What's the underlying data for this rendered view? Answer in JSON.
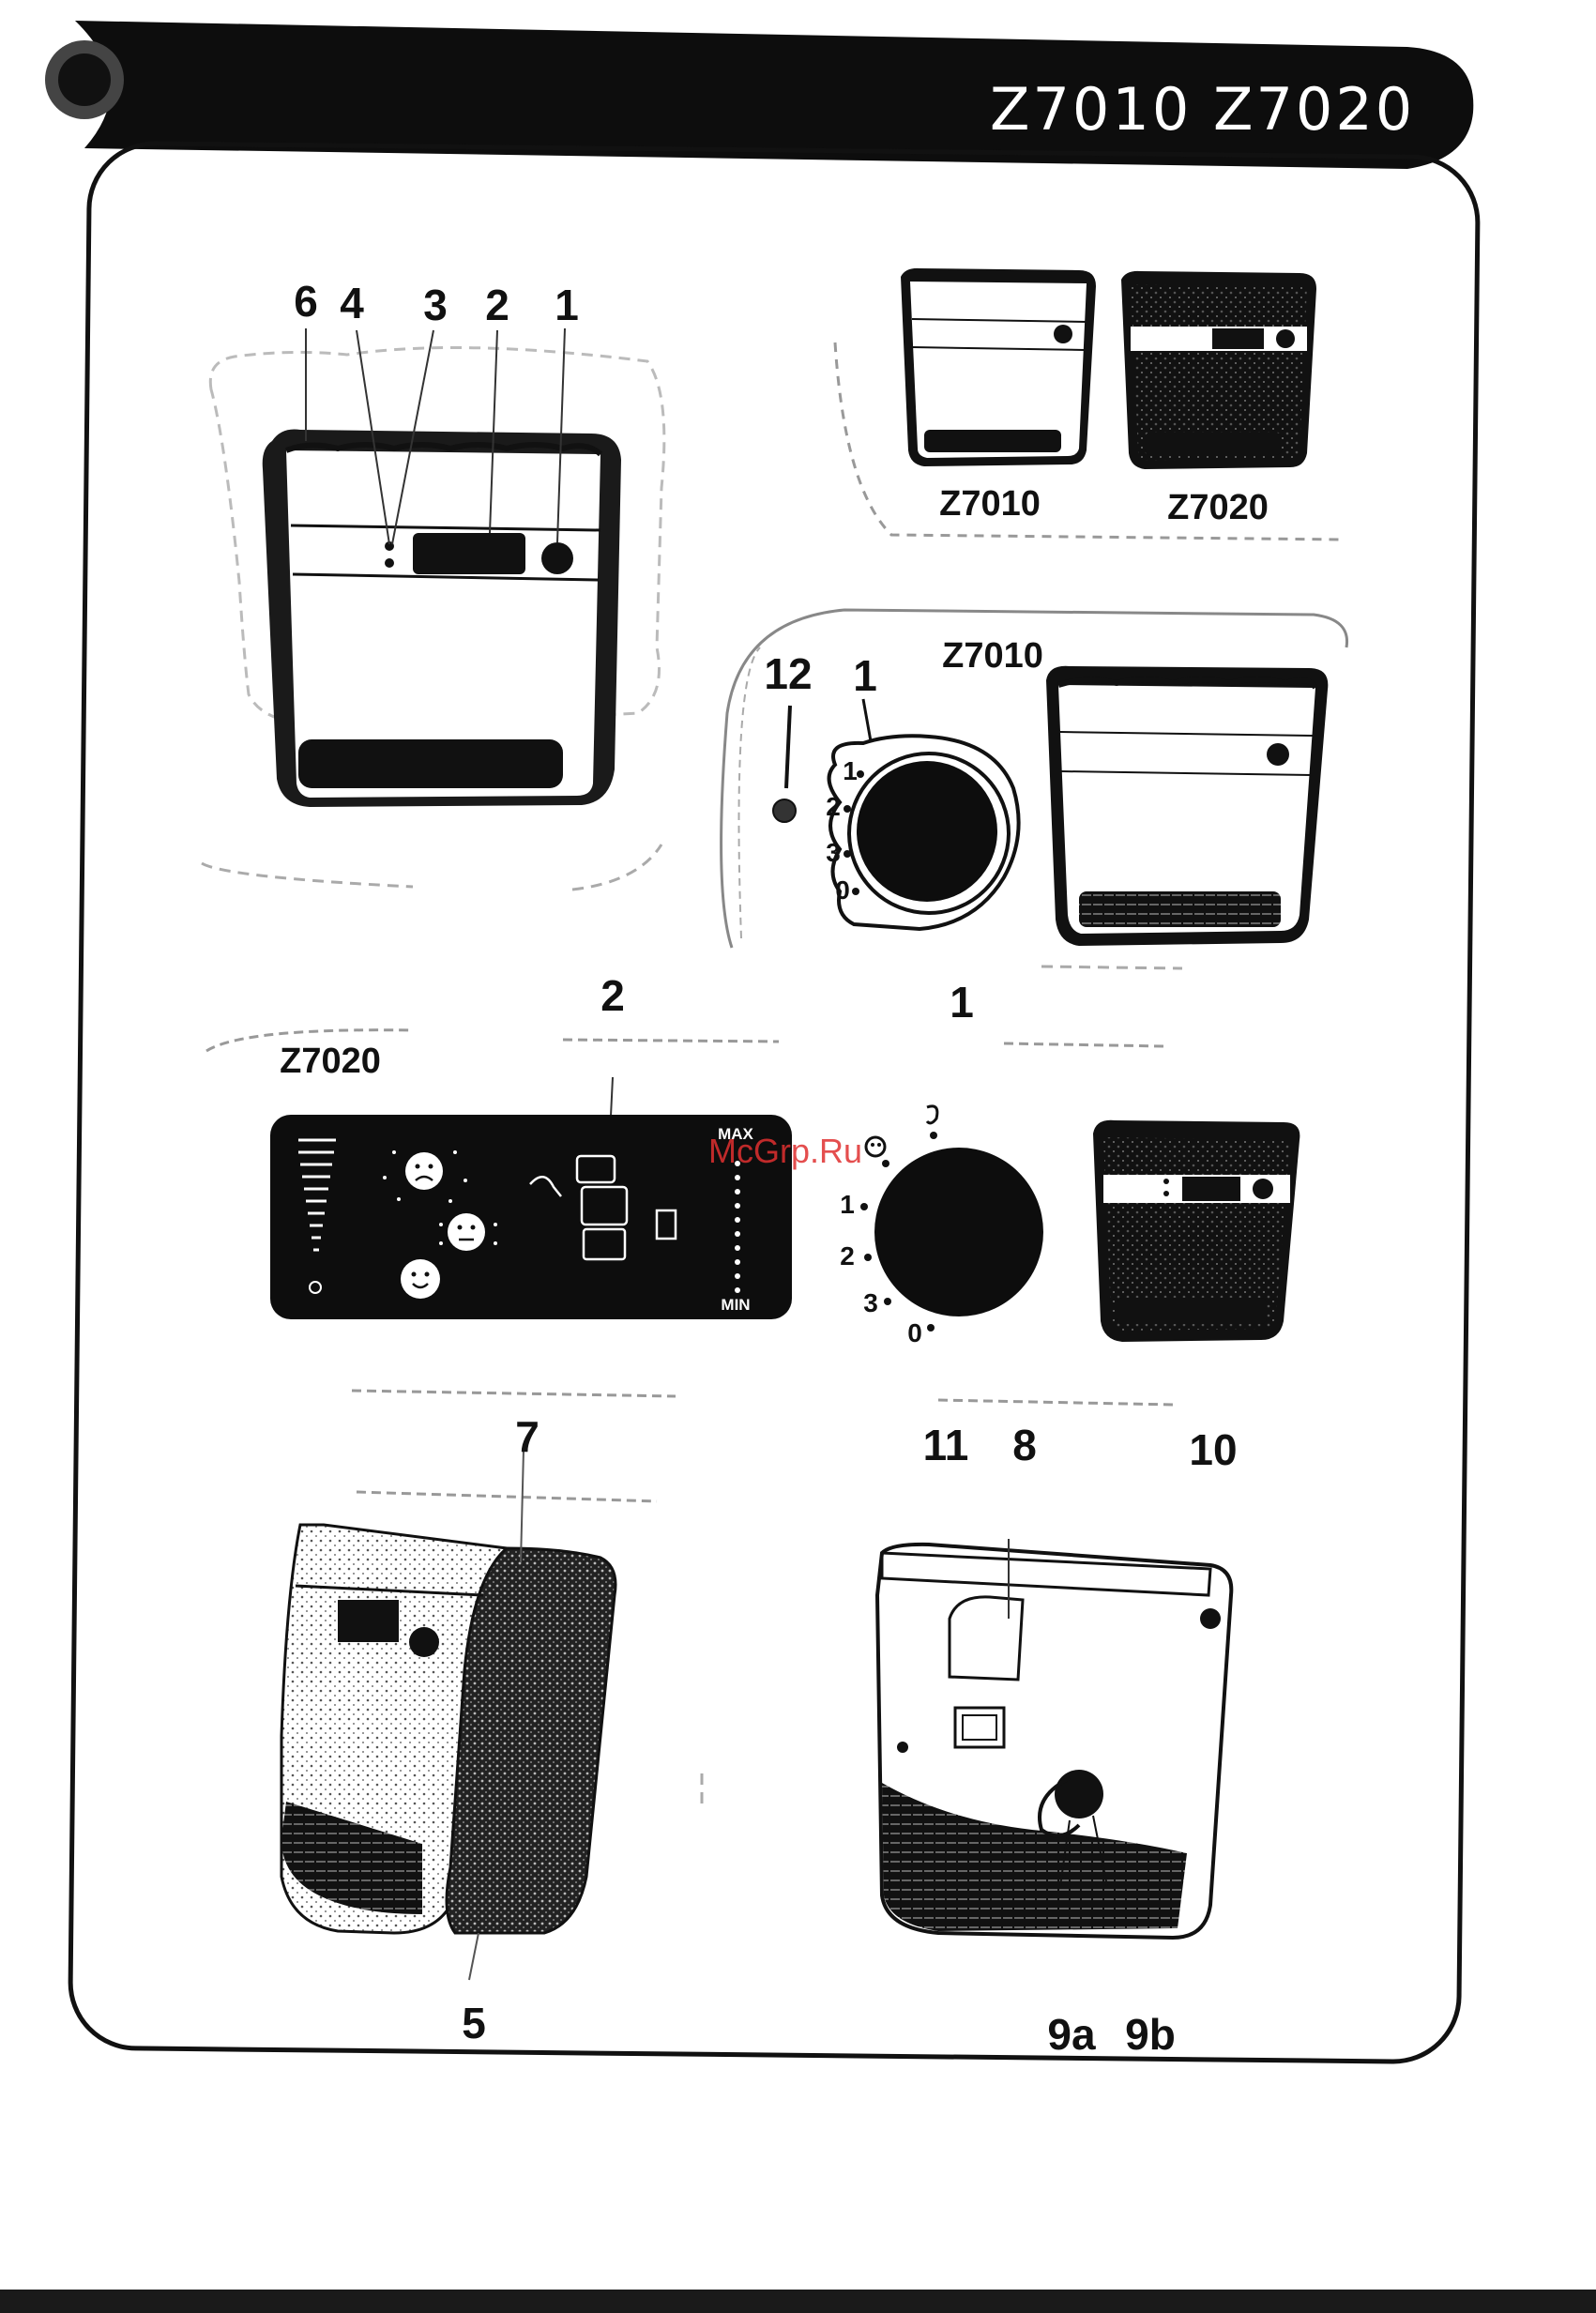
{
  "header": {
    "title": "Z7010  Z7020"
  },
  "fig_top_left": {
    "callouts": [
      "6",
      "4",
      "3",
      "2",
      "1"
    ]
  },
  "fig_top_right": {
    "models": [
      "Z7010",
      "Z7020"
    ]
  },
  "fig_mid_right": {
    "model": "Z7010",
    "callouts": [
      "12",
      "1"
    ],
    "dial_marks": [
      "1",
      "2",
      "3",
      "0"
    ]
  },
  "fig_panel": {
    "model": "Z7020",
    "callout": "2",
    "scale_max": "MAX",
    "scale_min": "MIN"
  },
  "fig_dial2": {
    "callout": "1",
    "dial_marks": [
      "1",
      "2",
      "3",
      "0"
    ]
  },
  "fig_bottom": {
    "callouts_left": [
      "7",
      "5"
    ],
    "callouts_right": [
      "11",
      "8",
      "10",
      "9a",
      "9b"
    ]
  },
  "watermark": "McGrp.Ru"
}
